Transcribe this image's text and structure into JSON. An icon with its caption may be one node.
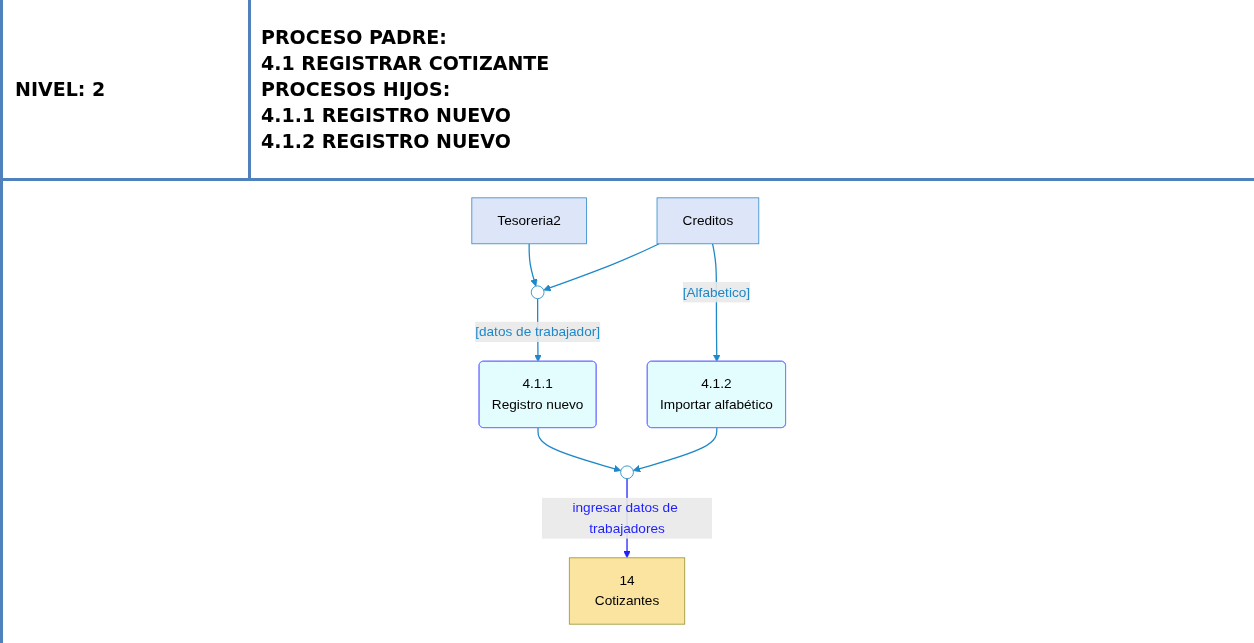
{
  "diagram": {
    "nodes": [
      {
        "text": [
          "Tesoreria2"
        ]
      },
      {
        "text": [
          "Creditos"
        ]
      },
      {
        "text": [],
        "shape": "circle"
      },
      {
        "text": [
          "4.1.1",
          "Registro nuevo"
        ]
      },
      {
        "text": [
          "4.1.2",
          "Importar alfabético"
        ]
      },
      {
        "text": [],
        "shape": "circle"
      },
      {
        "text": [
          "14",
          "Cotizantes"
        ]
      }
    ],
    "edges": [
      {
        "from": 0,
        "to": 2,
        "arrow": "to"
      },
      {
        "from": 1,
        "to": 2,
        "arrow": "to"
      },
      {
        "from": 2,
        "to": 3,
        "arrow": "to",
        "label": "[datos de trabajador]"
      },
      {
        "from": 1,
        "to": 4,
        "arrow": "to",
        "label": "[Alfabetico]"
      },
      {
        "from": 3,
        "to": 5,
        "arrow": "to"
      },
      {
        "from": 4,
        "to": 5,
        "arrow": "to"
      },
      {
        "from": 5,
        "to": 6,
        "arrow": "to",
        "label": "ingresar datos de trabajadores",
        "color": "#1f1fff"
      }
    ],
    "labels": [
      "NIVEL: 2",
      "PROCESO PADRE:",
      "4.1 REGISTRAR COTIZANTE",
      "PROCESOS HIJOS:",
      "4.1.1 REGISTRO NUEVO",
      "4.1.2 REGISTRO NUEVO"
    ]
  }
}
